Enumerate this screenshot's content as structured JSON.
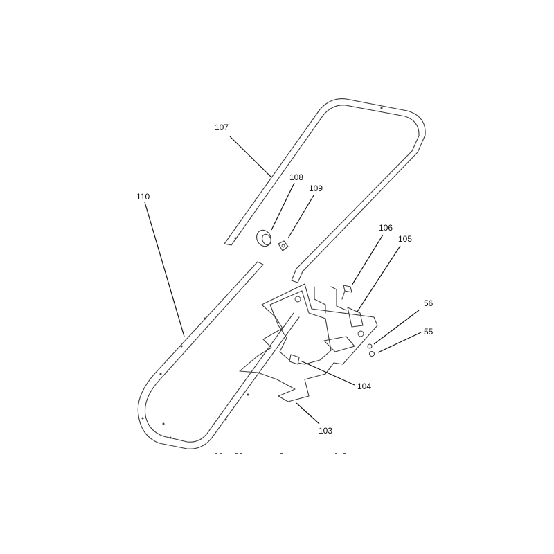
{
  "callouts": [
    {
      "id": "107",
      "label": "107"
    },
    {
      "id": "108",
      "label": "108"
    },
    {
      "id": "109",
      "label": "109"
    },
    {
      "id": "110",
      "label": "110"
    },
    {
      "id": "106",
      "label": "106"
    },
    {
      "id": "105",
      "label": "105"
    },
    {
      "id": "56",
      "label": "56"
    },
    {
      "id": "55",
      "label": "55"
    },
    {
      "id": "104",
      "label": "104"
    },
    {
      "id": "103",
      "label": "103"
    }
  ],
  "colors": {
    "line": "#3a3a3a",
    "text": "#111111",
    "background": "#ffffff"
  }
}
